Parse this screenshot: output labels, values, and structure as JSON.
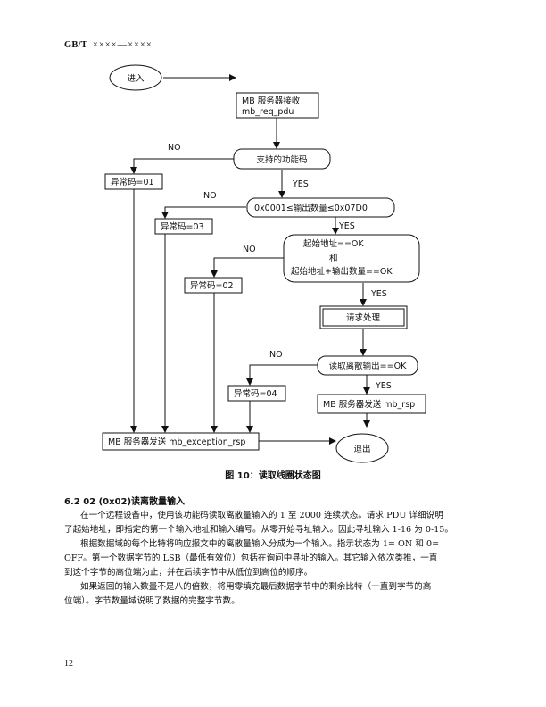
{
  "header": {
    "std": "GB/T",
    "number": "××××—××××"
  },
  "flowchart": {
    "enter": "进入",
    "recv_line1": "MB  服务器接收",
    "recv_line2": "mb_req_pdu",
    "supported_fc": "支持的功能码",
    "exc1": "异常码=01",
    "qty_check": "0x0001≤输出数量≤0x07D0",
    "exc3": "异常码=03",
    "addr_line1": "起始地址==OK",
    "addr_line2": "和",
    "addr_line3": "起始地址+输出数量==OK",
    "exc2": "异常码=02",
    "process": "请求处理",
    "read_ok": "读取离散输出==OK",
    "exc4": "异常码=04",
    "send_rsp": "MB 服务器发送 mb_rsp",
    "send_exc": "MB 服务器发送 mb_exception_rsp",
    "exit": "退出",
    "no": "NO",
    "yes": "YES"
  },
  "caption": "图 10：读取线圈状态图",
  "section_title": "6.2   02 (0x02)读离散量输入",
  "paragraphs": [
    [
      "在一个远程设备中，使用该功能码读取离散量输入的 1 至 2000 连续状态。请求 PDU 详细说明",
      "了起始地址，即指定的第一个输入地址和输入编号。从零开始寻址输入。因此寻址输入 1-16 为 0-15。"
    ],
    [
      "根据数据域的每个比特将响应报文中的离散量输入分成为一个输入。指示状态为 1= ON 和 0=",
      "OFF。第一个数据字节的 LSB（最低有效位）包括在询问中寻址的输入。其它输入依次类推，一直",
      "到这个字节的高位端为止，并在后续字节中从低位到高位的顺序。"
    ],
    [
      "如果返回的输入数量不是八的倍数，将用零填充最后数据字节中的剩余比特（一直到字节的高",
      "位端）。字节数量域说明了数据的完整字节数。"
    ]
  ],
  "page_number": "12"
}
